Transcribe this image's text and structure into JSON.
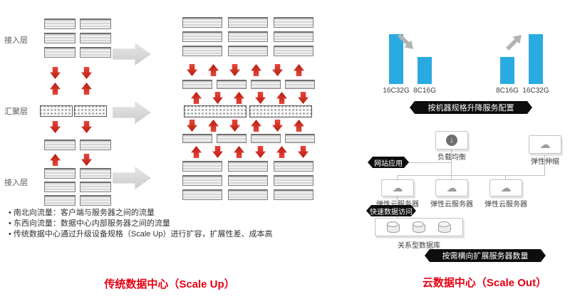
{
  "left": {
    "layer_labels": [
      "接入层",
      "汇聚层",
      "接入层"
    ],
    "notes": [
      "• 南北向流量：客户端与服务器之间的流量",
      "• 东西向流量：数据中心内部服务器之间的流量",
      "• 传统数据中心通过升级设备规格（Scale Up）进行扩容，扩展性差、成本高"
    ],
    "caption": "传统数据中心（Scale Up）"
  },
  "right": {
    "scale_banner": "按机器规格升降服务配置",
    "expand_banner": "按需横向扩展服务器数量",
    "caption": "云数据中心（Scale Out）",
    "charts": {
      "down": {
        "from": "16C32G",
        "to": "8C16G"
      },
      "up": {
        "from": "8C16G",
        "to": "16C32G"
      }
    },
    "nodes": {
      "load_balancer": "负载均衡",
      "web_app": "网站应用",
      "auto_scaling": "弹性伸缩",
      "ecs": "弹性云服务器",
      "fast_access": "快速数据访问",
      "database": "关系型数据库"
    }
  },
  "chart_data": [
    {
      "type": "bar",
      "categories": [
        "16C32G",
        "8C16G"
      ],
      "values": [
        16,
        8
      ],
      "direction": "scale-down"
    },
    {
      "type": "bar",
      "categories": [
        "8C16G",
        "16C32G"
      ],
      "values": [
        8,
        16
      ],
      "direction": "scale-up"
    }
  ],
  "colors": {
    "accent_red": "#e60012",
    "bar_blue": "#29abe2",
    "banner_black": "#0d0d0d",
    "arrow_red": "#cf2318",
    "gray_arrow": "#d9d9d9"
  }
}
